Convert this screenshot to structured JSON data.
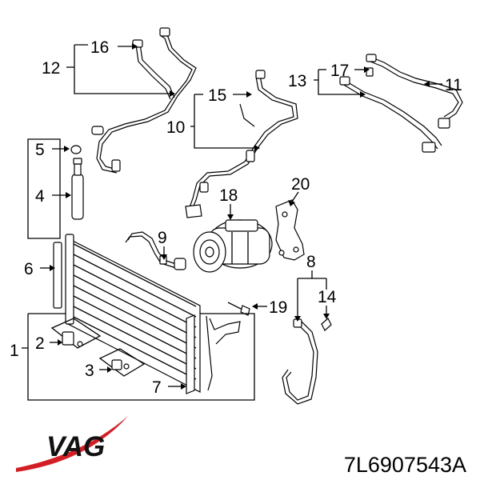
{
  "callouts": [
    "1",
    "2",
    "3",
    "4",
    "5",
    "6",
    "7",
    "8",
    "9",
    "10",
    "11",
    "12",
    "13",
    "14",
    "15",
    "16",
    "17",
    "18",
    "19",
    "20"
  ],
  "brand": {
    "logo_text": "VAG",
    "swoosh_color": "#d21f26"
  },
  "part_number": "7L6907543A"
}
